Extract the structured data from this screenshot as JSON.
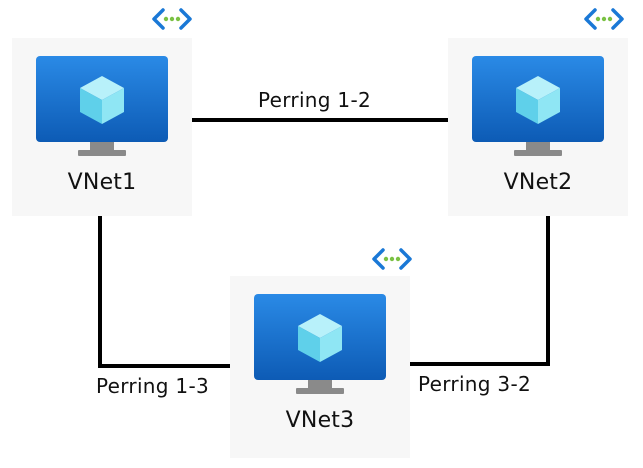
{
  "nodes": {
    "vnet1": {
      "label": "VNet1"
    },
    "vnet2": {
      "label": "VNet2"
    },
    "vnet3": {
      "label": "VNet3"
    }
  },
  "edges": {
    "peer_1_2": {
      "label": "Perring 1-2"
    },
    "peer_1_3": {
      "label": "Perring 1-3"
    },
    "peer_3_2": {
      "label": "Perring 3-2"
    }
  },
  "icons": {
    "node_icon": "virtual-machine-icon",
    "peering_icon": "peering-icon"
  },
  "colors": {
    "monitor_blue": "#1a78d6",
    "monitor_dark": "#0d5bb5",
    "cube_light": "#8fe6f4",
    "stand": "#8a8a8a",
    "peering_blue": "#1a78d6",
    "peering_green": "#7ac143",
    "line": "#000000"
  }
}
